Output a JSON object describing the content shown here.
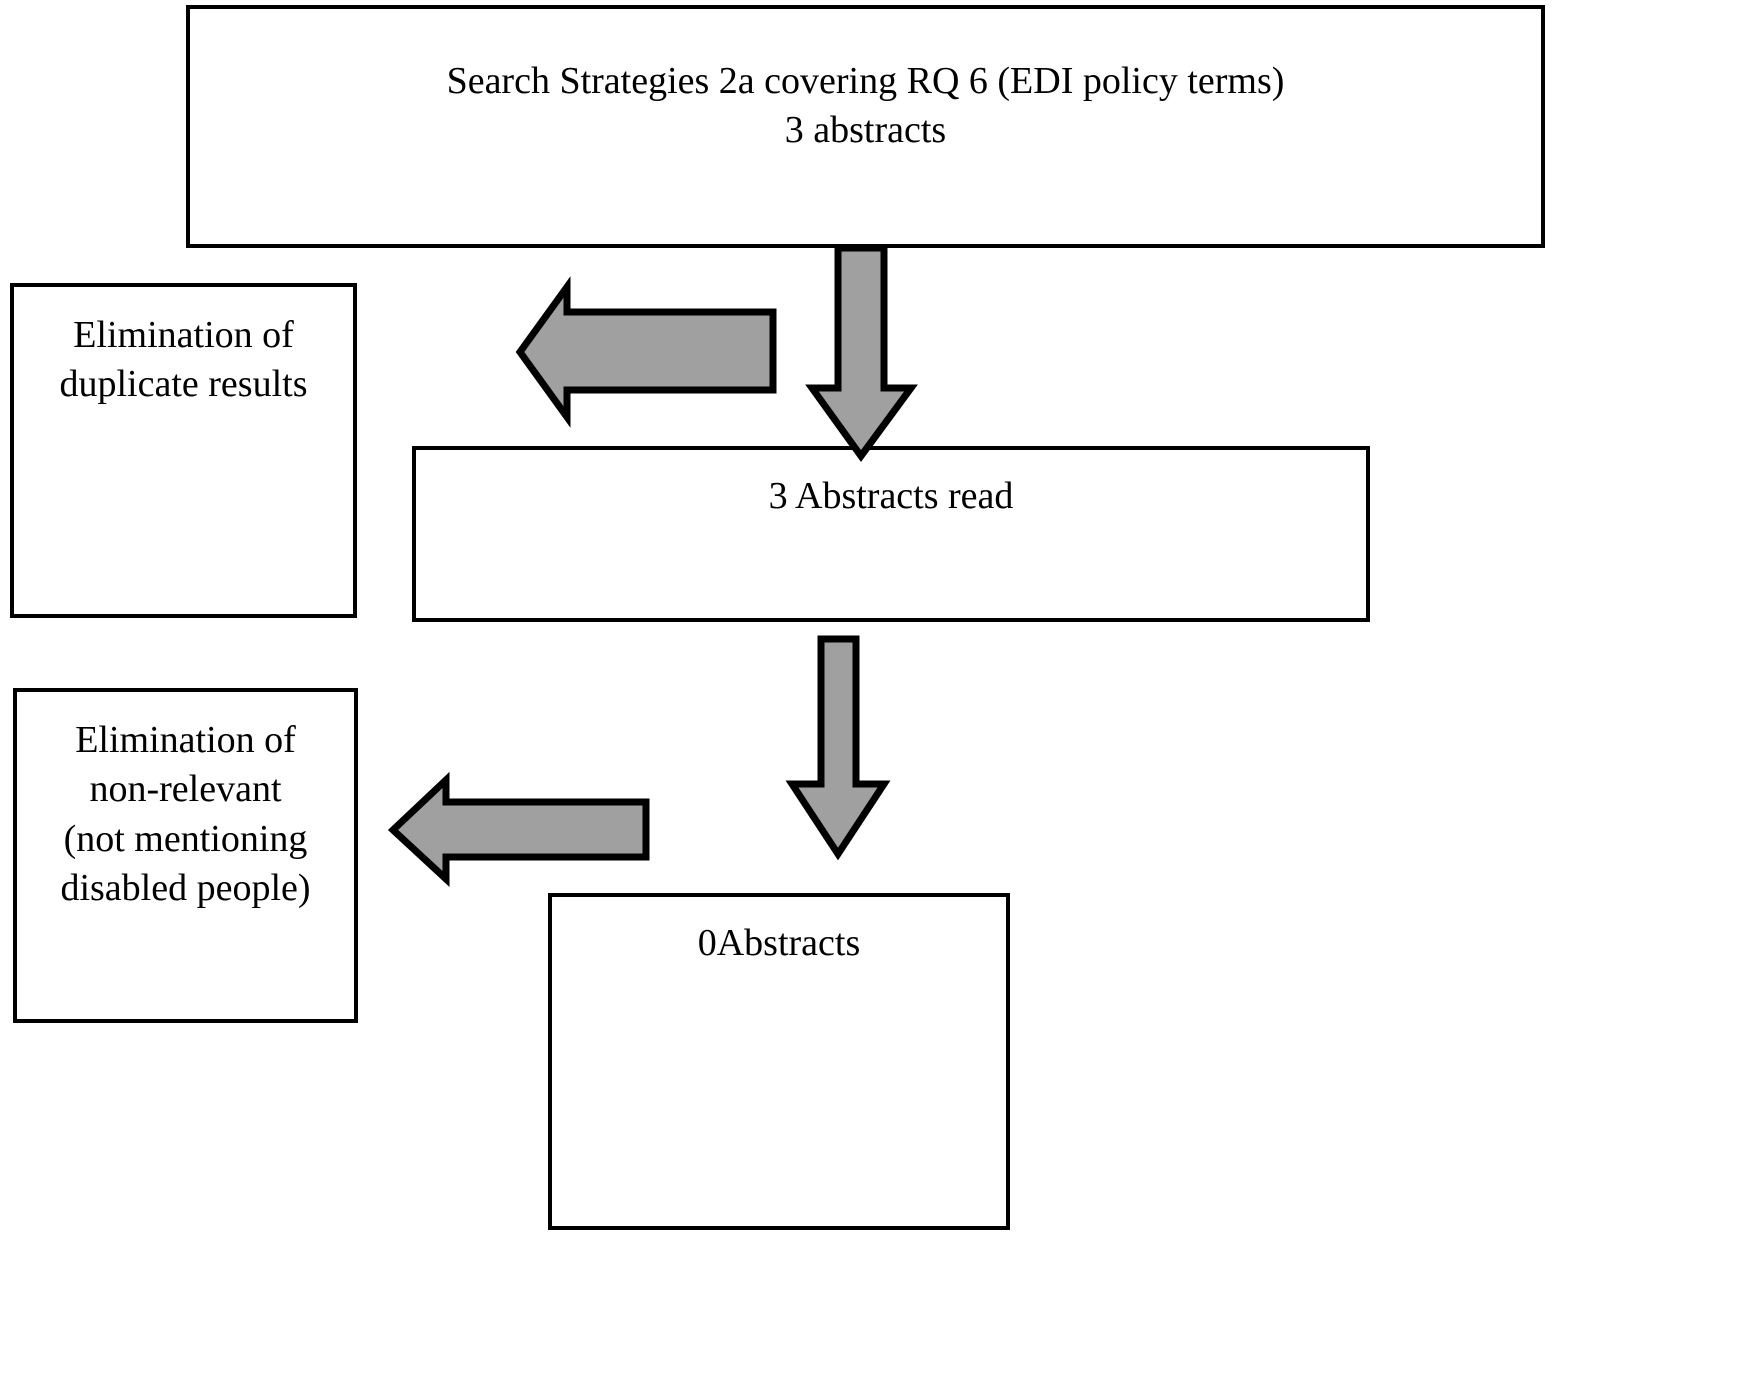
{
  "diagram": {
    "title": "PRISMA-style screening flow for Search Strategies 2a (RQ 6)",
    "colors": {
      "arrow_fill": "#A0A0A0",
      "arrow_stroke": "#000000",
      "box_stroke": "#000000",
      "box_fill": "#FFFFFF",
      "text": "#000000"
    },
    "nodes": [
      {
        "id": "search-strategies",
        "name": "search-strategies-box",
        "lines": [
          "Search Strategies 2a covering RQ 6 (EDI policy terms)",
          "3 abstracts"
        ]
      },
      {
        "id": "elimination-duplicates",
        "name": "elimination-duplicates-box",
        "lines": [
          "Elimination of",
          "duplicate results"
        ]
      },
      {
        "id": "abstracts-read",
        "name": "abstracts-read-box",
        "lines": [
          "3 Abstracts read"
        ]
      },
      {
        "id": "elimination-non-relevant",
        "name": "elimination-non-relevant-box",
        "lines": [
          "Elimination of",
          "non-relevant",
          "(not mentioning",
          "disabled people)"
        ]
      },
      {
        "id": "zero-abstracts",
        "name": "zero-abstracts-box",
        "lines": [
          "0Abstracts"
        ]
      }
    ],
    "connectors": [
      {
        "id": "arrow-down-1",
        "name": "arrow-down-search-to-read",
        "direction": "down",
        "from": "search-strategies",
        "to": "abstracts-read"
      },
      {
        "id": "arrow-left-1",
        "name": "arrow-left-to-duplicates",
        "direction": "left",
        "from": "search-strategies",
        "to": "elimination-duplicates"
      },
      {
        "id": "arrow-down-2",
        "name": "arrow-down-read-to-zero",
        "direction": "down",
        "from": "abstracts-read",
        "to": "zero-abstracts"
      },
      {
        "id": "arrow-left-2",
        "name": "arrow-left-to-non-relevant",
        "direction": "left",
        "from": "abstracts-read",
        "to": "elimination-non-relevant"
      }
    ]
  }
}
